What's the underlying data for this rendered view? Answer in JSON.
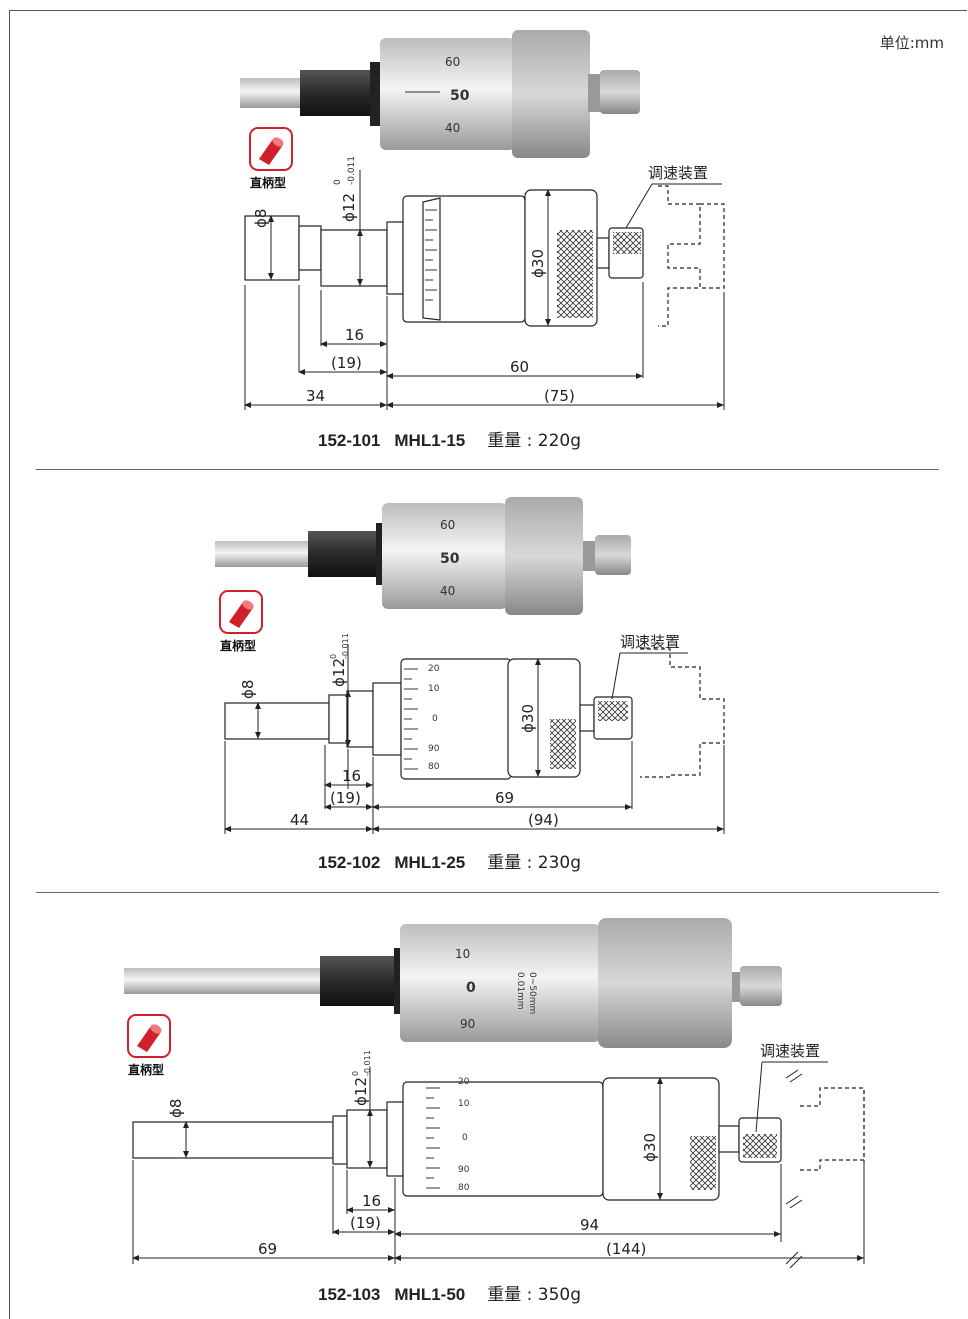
{
  "unit_label": "单位:mm",
  "badge_label": "直柄型",
  "adjuster_label": "调速装置",
  "weight_label": "重量",
  "models": [
    {
      "code": "152-101",
      "name": "MHL1-15",
      "weight": "220g",
      "dims": {
        "d_stem": "ϕ8",
        "d_shank": "ϕ12",
        "d_shank_tol": "-0.011",
        "d_shank_tol_up": "0",
        "d_thimble": "ϕ30",
        "len_a": "16",
        "len_b": "(19)",
        "len_c": "60",
        "len_d": "34",
        "len_e": "(75)"
      },
      "photo_scale": [
        "60",
        "50",
        "40"
      ]
    },
    {
      "code": "152-102",
      "name": "MHL1-25",
      "weight": "230g",
      "dims": {
        "d_stem": "ϕ8",
        "d_shank": "ϕ12",
        "d_shank_tol": "-0.011",
        "d_shank_tol_up": "0",
        "d_thimble": "ϕ30",
        "len_a": "16",
        "len_b": "(19)",
        "len_c": "69",
        "len_d": "44",
        "len_e": "(94)"
      },
      "photo_scale": [
        "60",
        "50",
        "40"
      ],
      "thimble_scale": [
        "20",
        "10",
        "0",
        "90",
        "80"
      ]
    },
    {
      "code": "152-103",
      "name": "MHL1-50",
      "weight": "350g",
      "dims": {
        "d_stem": "ϕ8",
        "d_shank": "ϕ12",
        "d_shank_tol": "-0.011",
        "d_shank_tol_up": "0",
        "d_thimble": "ϕ30",
        "len_a": "16",
        "len_b": "(19)",
        "len_c": "94",
        "len_d": "69",
        "len_e": "(144)"
      },
      "photo_scale": [
        "10",
        "0",
        "90"
      ],
      "photo_spec": [
        "0~50mm",
        "0.01mm"
      ],
      "thimble_scale": [
        "20",
        "10",
        "0",
        "90",
        "80"
      ]
    }
  ]
}
